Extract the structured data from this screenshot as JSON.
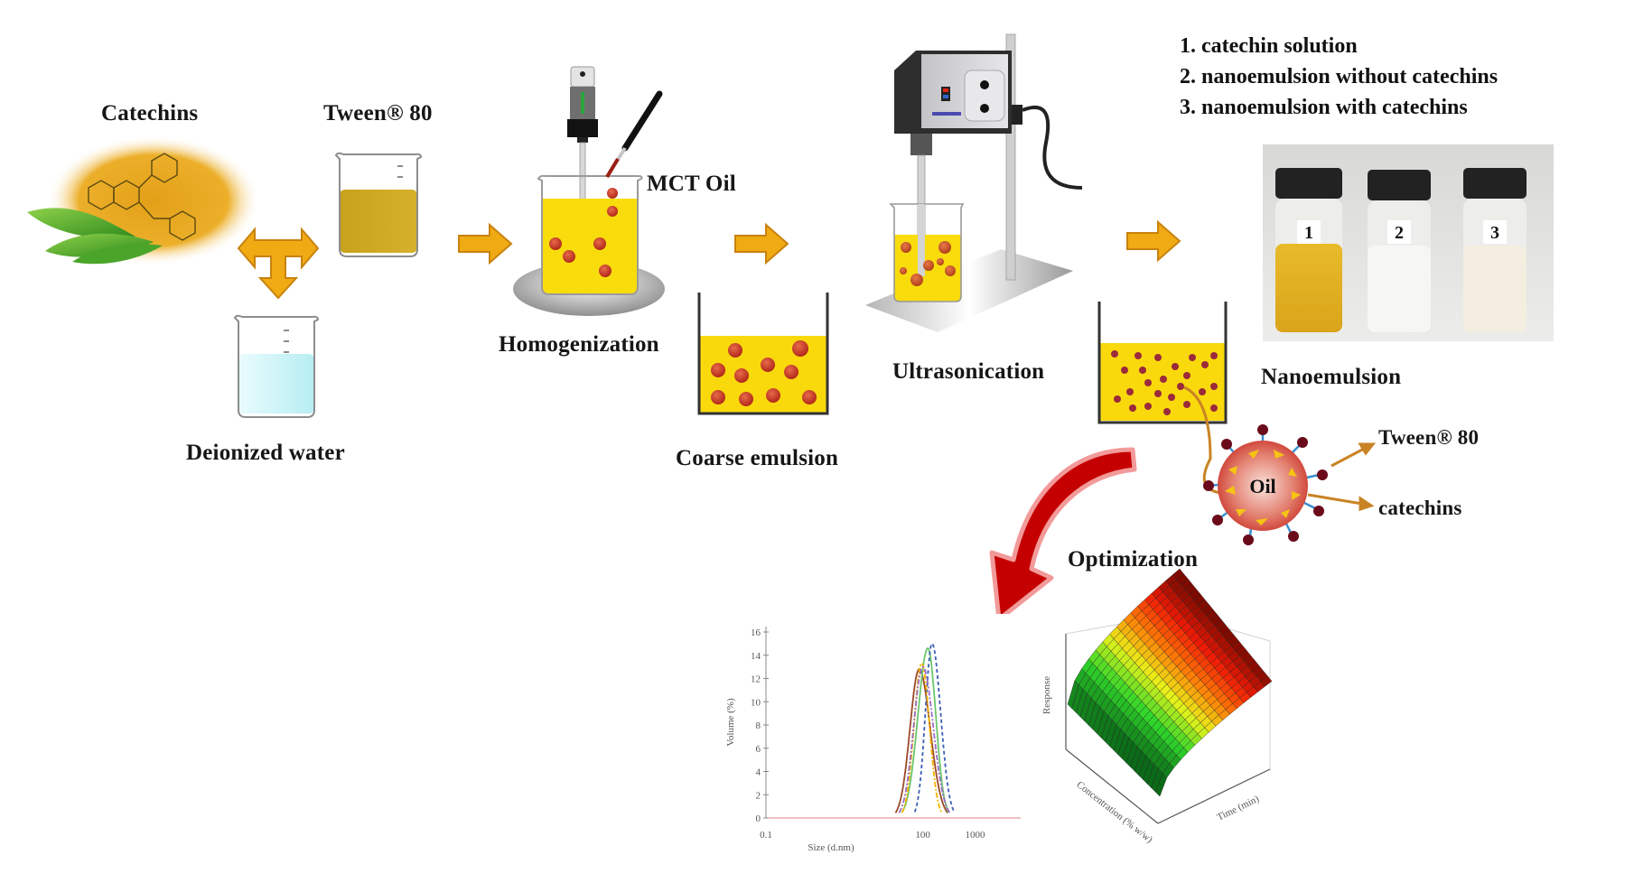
{
  "diagram": {
    "title": "Catechin nanoemulsion preparation and optimization workflow",
    "steps": {
      "catechins": "Catechins",
      "tween": "Tween® 80",
      "water": "Deionized water",
      "mct_oil": "MCT Oil",
      "homogenization": "Homogenization",
      "coarse_emulsion": "Coarse emulsion",
      "ultrasonication": "Ultrasonication",
      "nanoemulsion": "Nanoemulsion",
      "optimization": "Optimization"
    },
    "droplet": {
      "core_label": "Oil",
      "tween_label": "Tween® 80",
      "catechins_label": "catechins"
    },
    "legend": [
      "1. catechin solution",
      "2. nanoemulsion without catechins",
      "3. nanoemulsion with catechins"
    ],
    "vials": [
      {
        "number": "1",
        "content": "catechin solution",
        "color": "#e2b321"
      },
      {
        "number": "2",
        "content": "nanoemulsion without catechins",
        "color": "#f4f4f2"
      },
      {
        "number": "3",
        "content": "nanoemulsion with catechins",
        "color": "#f1ebdc"
      }
    ],
    "colors": {
      "arrow_orange": "#f0ab14",
      "emulsion_yellow": "#f9d90c",
      "oil_drop": "#c53a22",
      "curved_arrow_red": "#c50000",
      "tween_liquid": "#d2ad22",
      "water_liquid": "#c9f3f6"
    }
  },
  "chart_data": [
    {
      "type": "line",
      "title": "",
      "xlabel": "Size (d.nm)",
      "ylabel": "Volume (%)",
      "xscale": "log",
      "xlim": [
        0.1,
        5000
      ],
      "ylim": [
        0,
        16
      ],
      "xticks": [
        "0.1",
        "100",
        "1000"
      ],
      "yticks": [
        "0",
        "2",
        "4",
        "6",
        "8",
        "10",
        "12",
        "14",
        "16"
      ],
      "grid": false,
      "legend": "none",
      "series": [
        {
          "name": "brown",
          "color": "#9b4a2a",
          "style": "solid",
          "peak_x": 85,
          "peak_y": 12.8,
          "x_start": 30,
          "x_end": 300
        },
        {
          "name": "green",
          "color": "#6cc66c",
          "style": "solid",
          "peak_x": 125,
          "peak_y": 14.6,
          "x_start": 40,
          "x_end": 310
        },
        {
          "name": "blue",
          "color": "#3a5fb5",
          "style": "dashed",
          "peak_x": 150,
          "peak_y": 15.0,
          "x_start": 70,
          "x_end": 400
        },
        {
          "name": "orange",
          "color": "#f4b400",
          "style": "dashdot",
          "peak_x": 95,
          "peak_y": 13.3,
          "x_start": 40,
          "x_end": 230
        },
        {
          "name": "purple",
          "color": "#9b6bc8",
          "style": "dashdot",
          "peak_x": 100,
          "peak_y": 13.0,
          "x_start": 35,
          "x_end": 330
        }
      ]
    },
    {
      "type": "surface",
      "title": "",
      "xlabel": "Time (min)",
      "ylabel": "Concentration (% w/w)",
      "zlabel": "Response",
      "colormap": [
        "#0b6a18",
        "#2fd62a",
        "#e8f21a",
        "#ff7c06",
        "#f01a06",
        "#7e0a00"
      ],
      "grid": true
    }
  ]
}
